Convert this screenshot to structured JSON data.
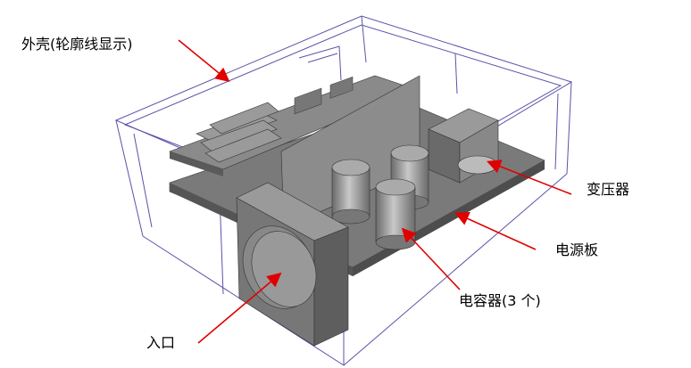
{
  "labels": {
    "housing": "外壳(轮廓线显示)",
    "transformer": "变压器",
    "power_board": "电源板",
    "capacitors": "电容器(3 个)",
    "inlet": "入口"
  },
  "colors": {
    "outline": "#5b52a8",
    "arrow": "#e00000",
    "part": "#808080",
    "part_dark": "#5a5a5a",
    "part_light": "#a8a8a8"
  }
}
